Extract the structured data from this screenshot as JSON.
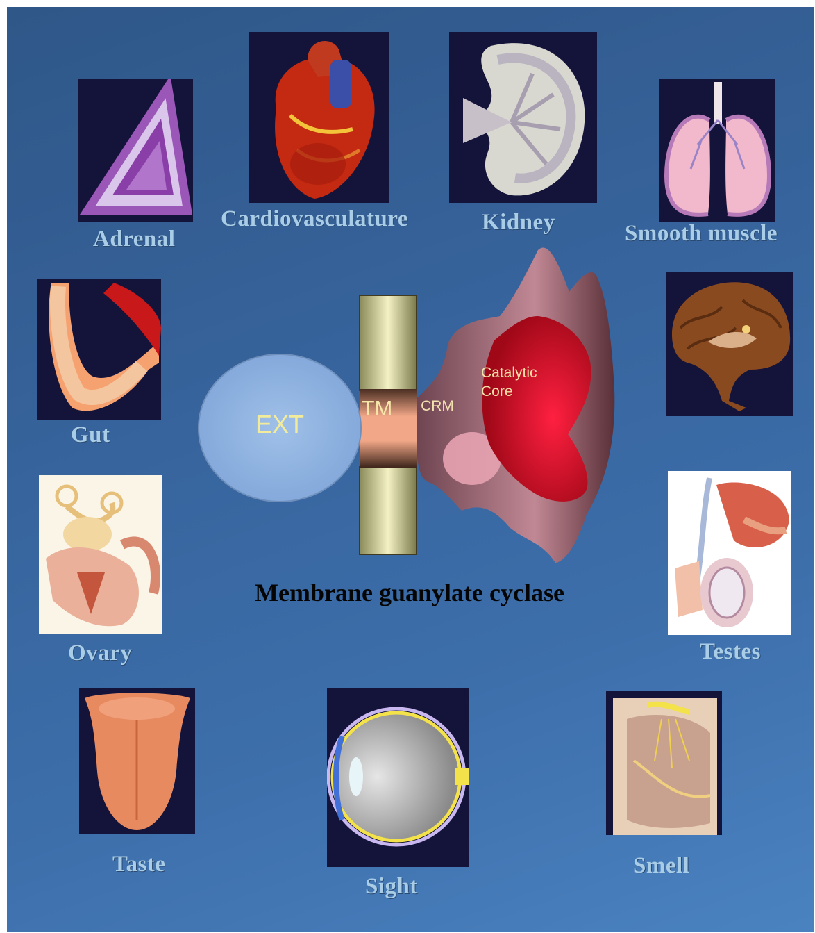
{
  "organs": {
    "adrenal": "Adrenal",
    "cardio": "Cardiovasculature",
    "kidney": "Kidney",
    "smooth_muscle": "Smooth muscle",
    "gut": "Gut",
    "ovary": "Ovary",
    "testes": "Testes",
    "taste": "Taste",
    "sight": "Sight",
    "smell": "Smell"
  },
  "domains": {
    "ext": "EXT",
    "tm": "TM",
    "crm": "CRM",
    "catalytic_line1": "Catalytic",
    "catalytic_line2": "Core"
  },
  "caption": "Membrane guanylate cyclase",
  "colors": {
    "panel": "#3a6aa6",
    "label": "#a9cde6",
    "ext_fill": "#8db1de",
    "membrane": "#e6e3a6",
    "crm_fill": "#8a5866",
    "core_fill": "#e0102c"
  }
}
